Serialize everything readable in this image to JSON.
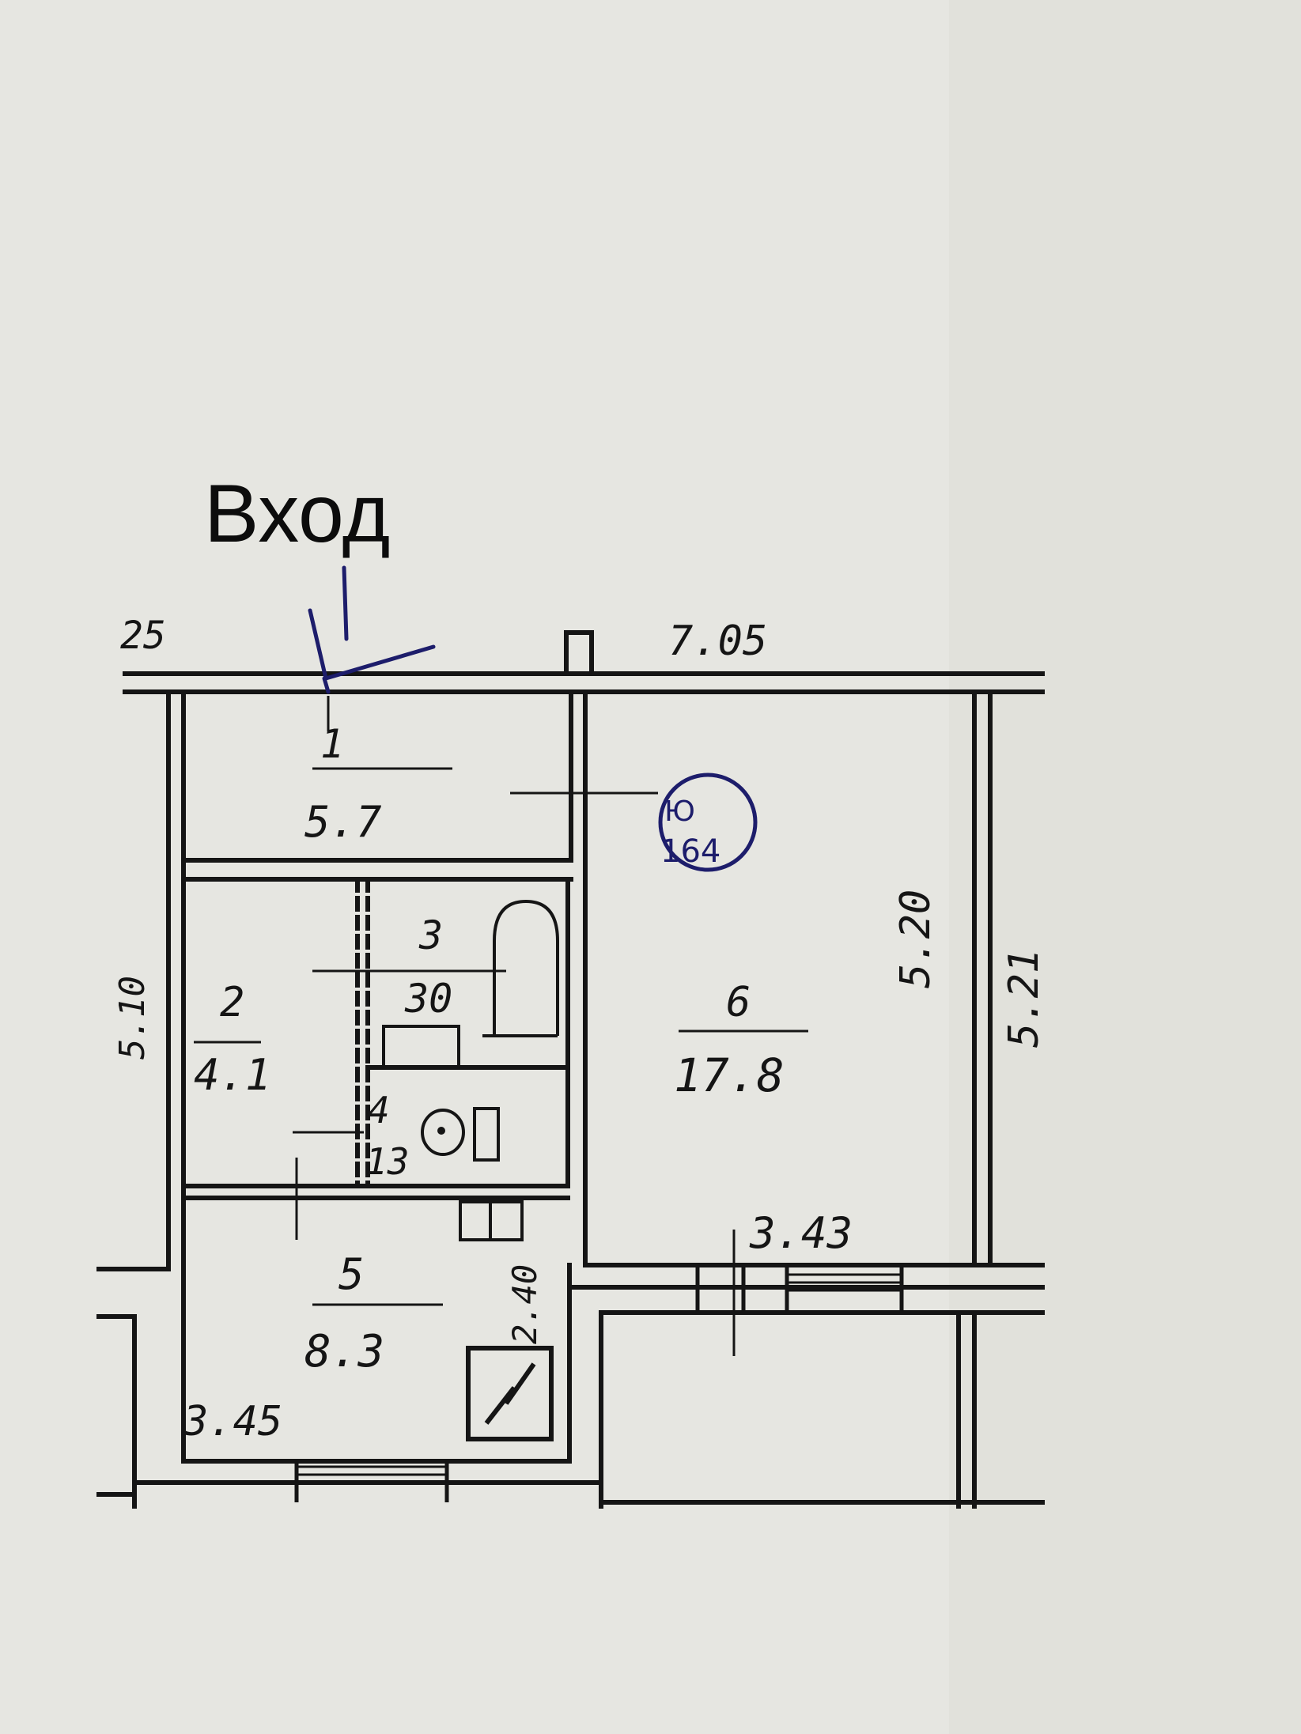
{
  "entrance": {
    "label": "Вход"
  },
  "rooms": [
    {
      "number": "1",
      "area": "5.7"
    },
    {
      "number": "2",
      "area": "4.1"
    },
    {
      "number": "3",
      "area": "30"
    },
    {
      "number": "4",
      "area": "13"
    },
    {
      "number": "5",
      "area": "8.3"
    },
    {
      "number": "6",
      "area": "17.8"
    }
  ],
  "dimensions": {
    "top_left": "25",
    "top_right": "7.05",
    "room6_inner_height": "5.20",
    "right_outer_height": "5.21",
    "left_outer_height": "5.10",
    "room6_width": "3.43",
    "kitchen_width": "3.45",
    "kitchen_depth": "2.40"
  },
  "stamp": {
    "letter": "Ю",
    "text": "164"
  },
  "colors": {
    "paper": "#e6e6e1",
    "ink": "#151515",
    "pen": "#1d1d6b"
  }
}
